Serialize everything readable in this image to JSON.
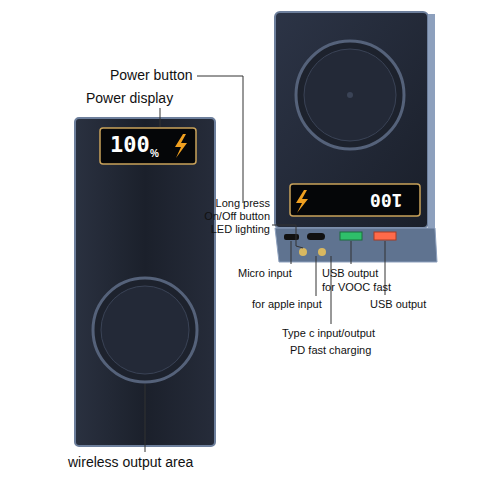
{
  "diagram": {
    "labels": [
      "Power button",
      "Power display",
      "100",
      "%",
      "100",
      "Long press",
      "On/Off button",
      "LED lighting",
      "Micro input",
      "USB output",
      "for VOOC fast",
      "for apple input",
      "USB output",
      "Type c input/output",
      "PD fast charging",
      "wireless output area"
    ]
  }
}
